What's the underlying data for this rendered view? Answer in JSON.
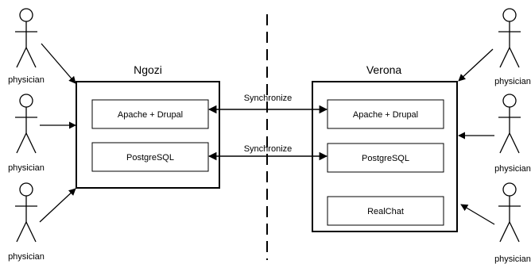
{
  "actor_label": "physician",
  "sites": {
    "left": {
      "name": "Ngozi",
      "components": [
        "Apache + Drupal",
        "PostgreSQL"
      ]
    },
    "right": {
      "name": "Verona",
      "components": [
        "Apache + Drupal",
        "PostgreSQL",
        "RealChat"
      ]
    }
  },
  "sync_labels": [
    "Synchronize",
    "Synchronize"
  ],
  "colors": {
    "stroke": "#000000",
    "background": "#ffffff"
  }
}
